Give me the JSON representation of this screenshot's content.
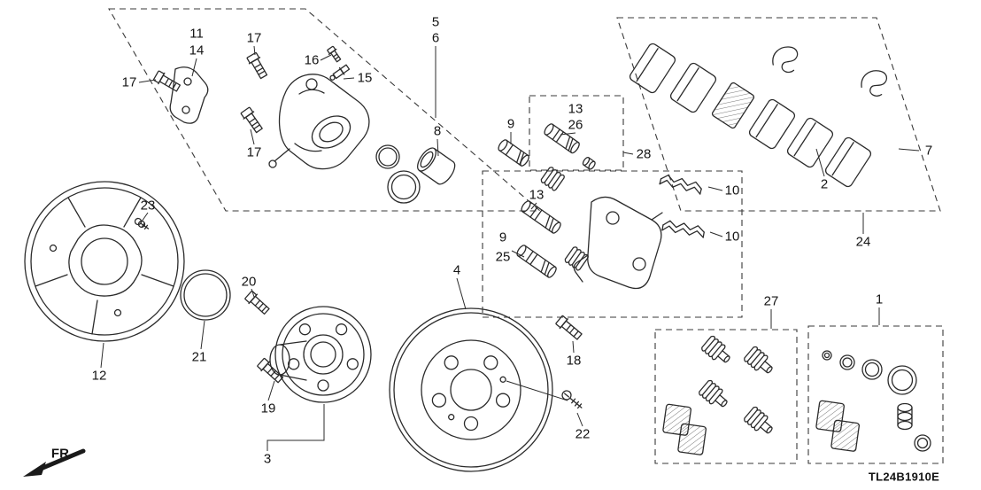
{
  "diagram": {
    "code": "TL24B1910E",
    "direction_label": "FR.",
    "callouts": [
      {
        "label": "11"
      },
      {
        "label": "14"
      },
      {
        "label": "17"
      },
      {
        "label": "16"
      },
      {
        "label": "15"
      },
      {
        "label": "17"
      },
      {
        "label": "5"
      },
      {
        "label": "6"
      },
      {
        "label": "17"
      },
      {
        "label": "13"
      },
      {
        "label": "26"
      },
      {
        "label": "28"
      },
      {
        "label": "8"
      },
      {
        "label": "9"
      },
      {
        "label": "7"
      },
      {
        "label": "2"
      },
      {
        "label": "10"
      },
      {
        "label": "10"
      },
      {
        "label": "24"
      },
      {
        "label": "23"
      },
      {
        "label": "13"
      },
      {
        "label": "9"
      },
      {
        "label": "25"
      },
      {
        "label": "4"
      },
      {
        "label": "27"
      },
      {
        "label": "1"
      },
      {
        "label": "20"
      },
      {
        "label": "21"
      },
      {
        "label": "19"
      },
      {
        "label": "3"
      },
      {
        "label": "12"
      },
      {
        "label": "18"
      },
      {
        "label": "22"
      }
    ]
  }
}
